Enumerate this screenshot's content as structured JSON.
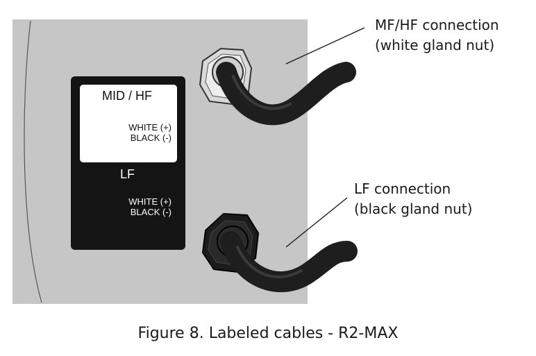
{
  "colors": {
    "panel": "#c6c6c6",
    "label_plate": "#141414",
    "label_window": "#ffffff",
    "cable": "#1e1e1e",
    "white_gland": "#d9d9d9",
    "black_gland": "#1c1c1c"
  },
  "label_plate": {
    "mid_hf_title": "MID / HF",
    "mid_hf_white": "WHITE (+)",
    "mid_hf_black": "BLACK (-)",
    "lf_title": "LF",
    "lf_white": "WHITE (+)",
    "lf_black": "BLACK (-)"
  },
  "callouts": {
    "mf_hf_line1": "MF/HF connection",
    "mf_hf_line2": "(white gland nut)",
    "lf_line1": "LF connection",
    "lf_line2": "(black gland nut)"
  },
  "caption": "Figure 8. Labeled cables - R2-MAX"
}
